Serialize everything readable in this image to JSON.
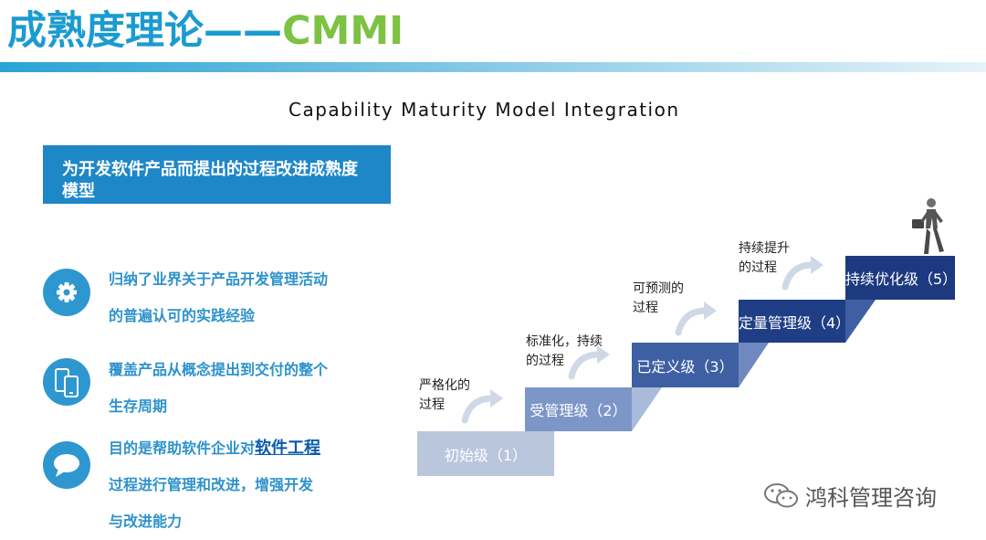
{
  "header": {
    "title_cn": "成熟度理论——",
    "title_en": "CMMI"
  },
  "subtitle": "Capability Maturity Model Integration",
  "banner": "为开发软件产品而提出的过程改进成熟度模型",
  "features": [
    {
      "icon": "gear-icon",
      "line1": "归纳了业界关于产品开发管理活动",
      "line2": "的普遍认可的实践经验"
    },
    {
      "icon": "devices-icon",
      "line1": "覆盖产品从概念提出到交付的整个",
      "line2": "生存周期"
    },
    {
      "icon": "chat-bubble-icon",
      "line1_prefix": "目的是帮助软件企业对",
      "line1_highlight": "软件工程",
      "line2": "过程进行管理和改进，增强开发",
      "line3": "与改进能力"
    }
  ],
  "staircase": {
    "levels": [
      {
        "label": "初始级（1）",
        "color": "#b9c6dc"
      },
      {
        "label": "受管理级（2）",
        "color": "#7c97c7"
      },
      {
        "label": "已定义级（3）",
        "color": "#3f5fa3"
      },
      {
        "label": "定量管理级（4）",
        "color": "#1f3e86"
      },
      {
        "label": "持续优化级（5）",
        "color": "#1d3a80"
      }
    ],
    "transitions": [
      {
        "line1": "严格化的",
        "line2": "过程"
      },
      {
        "line1": "标准化，持续",
        "line2": "的过程"
      },
      {
        "line1": "可预测的",
        "line2": "过程"
      },
      {
        "line1": "持续提升",
        "line2": "的过程"
      }
    ]
  },
  "watermark": "鸿科管理咨询"
}
